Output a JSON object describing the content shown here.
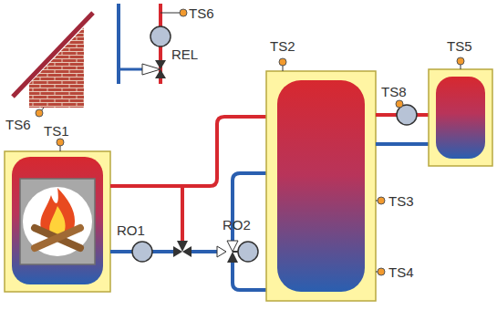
{
  "diagram": {
    "labels": [
      "TS6",
      "REL",
      "TS2",
      "TS8",
      "TS5",
      "TS6",
      "TS1",
      "TS3",
      "RO1",
      "RO2",
      "TS4"
    ]
  }
}
